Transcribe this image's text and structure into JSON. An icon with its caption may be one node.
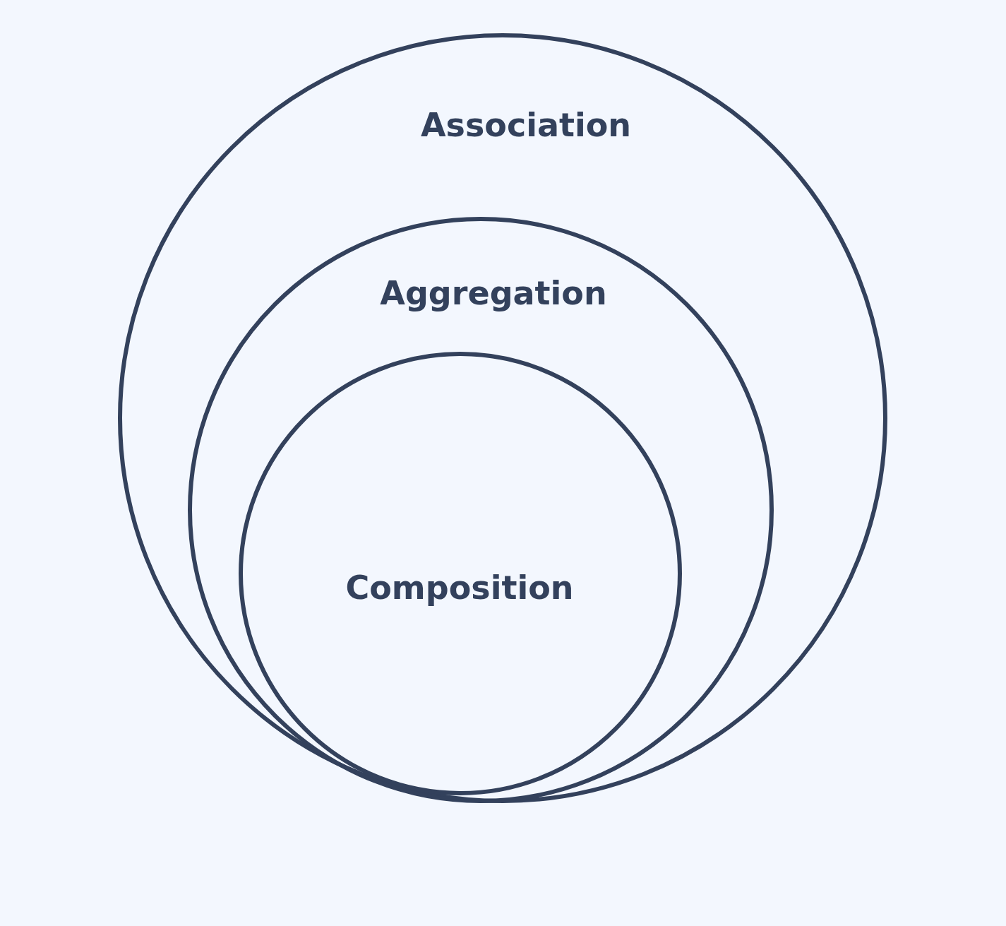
{
  "diagram": {
    "nodes": [
      {
        "text": [
          "Association"
        ]
      },
      {
        "text": [
          "Aggregation"
        ],
        "in": 0
      },
      {
        "text": [
          "Composition"
        ],
        "in": 1
      }
    ]
  }
}
